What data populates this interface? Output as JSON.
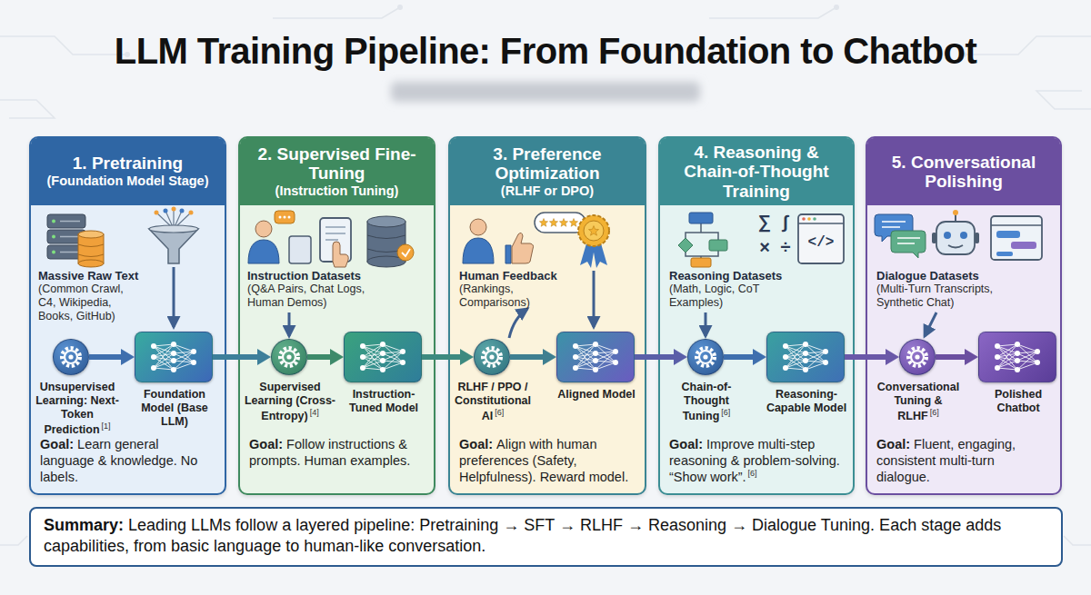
{
  "diagram": {
    "title": "LLM Training Pipeline: From Foundation to Chatbot",
    "nodes": [
      {
        "text": [
          "1. Pretraining",
          "(Foundation Model Stage)",
          "Goal:",
          "Learn general language & knowledge. No labels."
        ]
      },
      {
        "text": [
          "Unsupervised Learning: Next-Token Prediction",
          "[1]"
        ],
        "in": 0
      },
      {
        "text": [
          "Foundation Model (Base LLM)"
        ],
        "in": 0
      },
      {
        "text": [
          "2. Supervised Fine-Tuning",
          "(Instruction Tuning)",
          "Goal:",
          "Follow instructions & prompts. Human examples."
        ]
      },
      {
        "text": [
          "Supervised Learning (Cross-Entropy)",
          "[4]"
        ],
        "in": 3
      },
      {
        "text": [
          "Instruction-Tuned Model"
        ],
        "in": 3
      },
      {
        "text": [
          "3. Preference Optimization",
          "(RLHF or DPO)",
          "Goal:",
          "Align with human preferences (Safety, Helpfulness). Reward model."
        ]
      },
      {
        "text": [
          "RLHF / PPO / Constitutional AI",
          "[6]"
        ],
        "in": 6
      },
      {
        "text": [
          "Aligned Model"
        ],
        "in": 6
      },
      {
        "text": [
          "4. Reasoning & Chain-of-Thought Training",
          "Goal:",
          "Improve multi-step reasoning & problem-solving. “Show work”.",
          "[6]"
        ]
      },
      {
        "text": [
          "Chain-of-Thought Tuning",
          "[6]"
        ],
        "in": 9
      },
      {
        "text": [
          "Reasoning-Capable Model"
        ],
        "in": 9
      },
      {
        "text": [
          "5. Conversational Polishing",
          "Goal:",
          "Fluent, engaging, consistent multi-turn dialogue."
        ]
      },
      {
        "text": [
          "Conversational Tuning & RLHF",
          "[6]"
        ],
        "in": 12
      },
      {
        "text": [
          "Polished Chatbot"
        ],
        "in": 12
      },
      {
        "text": [
          "Summary:",
          "Leading LLMs follow a layered pipeline: Pretraining → SFT → RLHF → Reasoning → Dialogue Tuning. Each stage adds capabilities, from basic language to human-like conversation."
        ]
      }
    ],
    "edges": [
      {
        "from": 1,
        "to": 2,
        "arrow": "to"
      },
      {
        "from": 2,
        "to": 4,
        "arrow": "to"
      },
      {
        "from": 4,
        "to": 5,
        "arrow": "to"
      },
      {
        "from": 5,
        "to": 7,
        "arrow": "to"
      },
      {
        "from": 7,
        "to": 8,
        "arrow": "to"
      },
      {
        "from": 8,
        "to": 10,
        "arrow": "to"
      },
      {
        "from": 10,
        "to": 11,
        "arrow": "to"
      },
      {
        "from": 11,
        "to": 13,
        "arrow": "to"
      },
      {
        "from": 13,
        "to": 14,
        "arrow": "to"
      }
    ],
    "labels": [
      "Massive Raw Text",
      "(Common Crawl, C4, Wikipedia, Books, GitHub)",
      "Instruction Datasets",
      "(Q&A Pairs, Chat Logs, Human Demos)",
      "Human Feedback",
      "(Rankings, Comparisons)",
      "∑",
      "∫",
      "×",
      "÷",
      "</>",
      "Reasoning Datasets",
      "(Math, Logic, CoT Examples)",
      "Dialogue Datasets",
      "(Multi-Turn Transcripts, Synthetic Chat)"
    ]
  }
}
